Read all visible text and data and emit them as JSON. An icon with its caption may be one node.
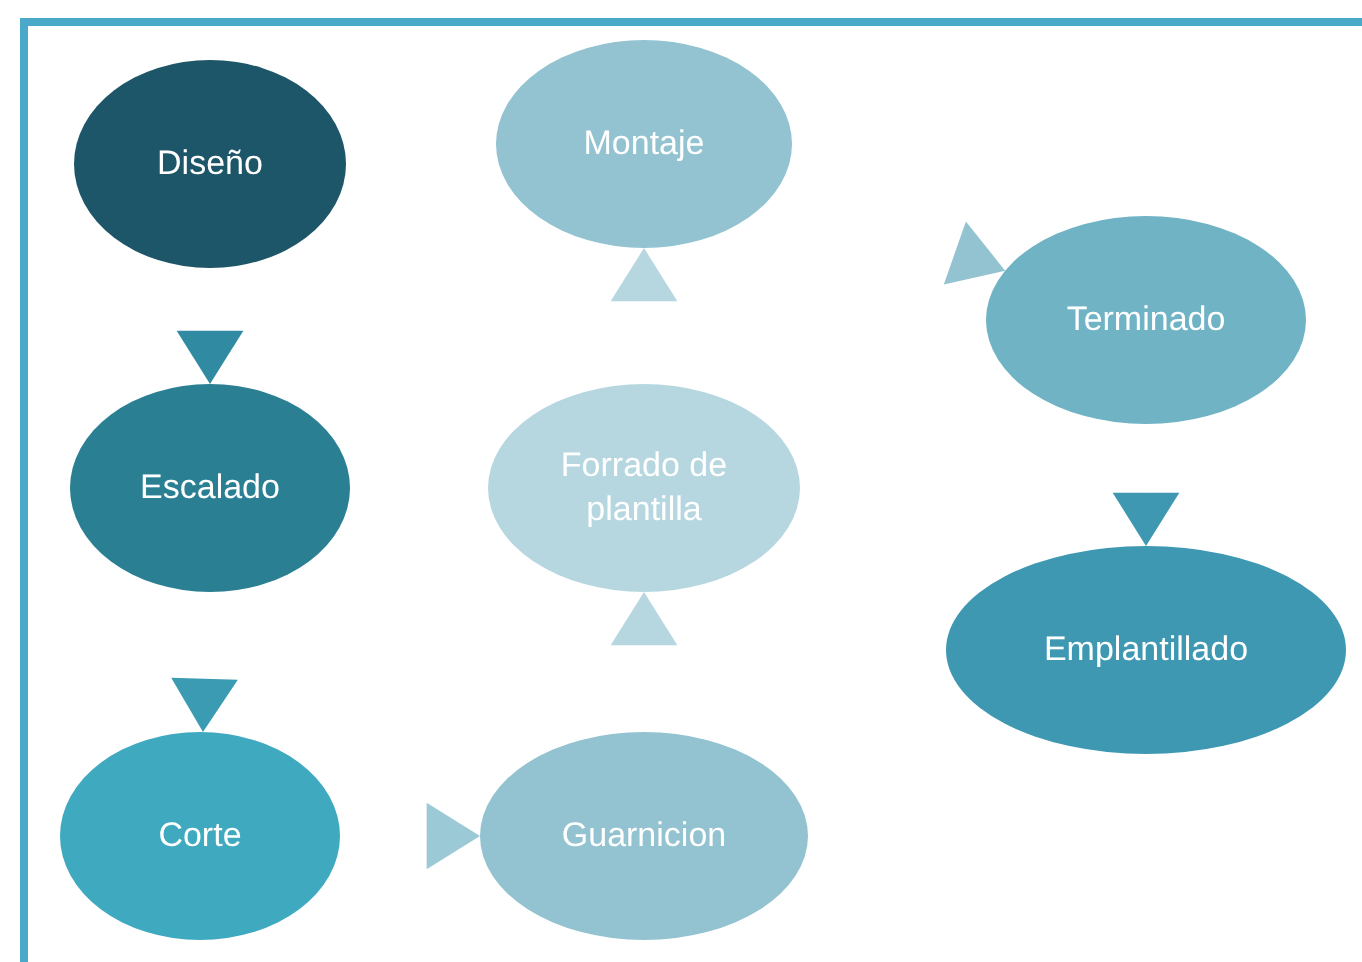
{
  "diagram": {
    "nodes": [
      {
        "text": [
          "Diseño"
        ]
      },
      {
        "text": [
          "Escalado"
        ]
      },
      {
        "text": [
          "Corte"
        ]
      },
      {
        "text": [
          "Guarnicion"
        ]
      },
      {
        "text": [
          "Forrado de plantilla"
        ]
      },
      {
        "text": [
          "Montaje"
        ]
      },
      {
        "text": [
          "Terminado"
        ]
      },
      {
        "text": [
          "Emplantillado"
        ]
      }
    ],
    "edges": [
      {
        "from": 0,
        "to": 1,
        "arrow": "to",
        "color": "#2f8aa2"
      },
      {
        "from": 1,
        "to": 2,
        "arrow": "to",
        "color": "#3a9bb3"
      },
      {
        "from": 2,
        "to": 3,
        "arrow": "to",
        "color": "#9cc9d6"
      },
      {
        "from": 3,
        "to": 4,
        "arrow": "to",
        "color": "#b6d7e0"
      },
      {
        "from": 4,
        "to": 5,
        "arrow": "to",
        "color": "#b6d7e0"
      },
      {
        "from": 5,
        "to": 6,
        "arrow": "to",
        "color": "#93c3d1"
      },
      {
        "from": 6,
        "to": 7,
        "arrow": "to",
        "color": "#3f98b2"
      }
    ]
  }
}
